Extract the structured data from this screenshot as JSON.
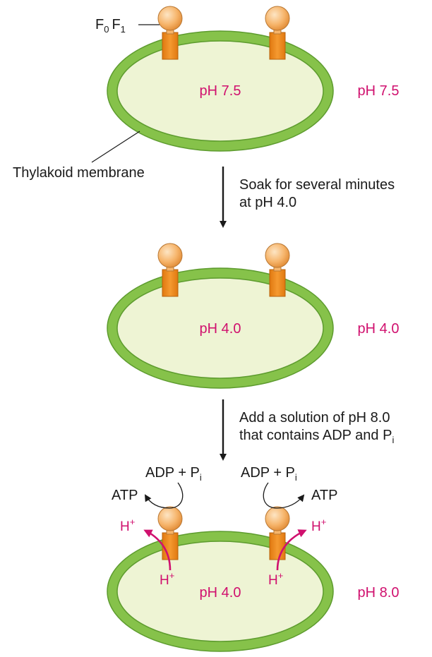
{
  "colors": {
    "membrane": "#86c24a",
    "lumen": "#eef4d4",
    "stalk": "#f08c1e",
    "head": "#f6b46a",
    "proton": "#d0106e",
    "text": "#1a1a1a"
  },
  "stage1": {
    "f0f1_label": {
      "f": "F",
      "zero": "0",
      "f2": "F",
      "one": "1"
    },
    "inside_ph": "pH 7.5",
    "outside_ph": "pH 7.5",
    "membrane_label": "Thylakoid membrane"
  },
  "step1": {
    "line1": "Soak for several minutes",
    "line2": "at pH 4.0"
  },
  "stage2": {
    "inside_ph": "pH 4.0",
    "outside_ph": "pH 4.0"
  },
  "step2": {
    "line1": "Add a solution of pH 8.0",
    "line2": "that contains ADP and P",
    "line2_sub": "i"
  },
  "stage3": {
    "adp_pi_left": {
      "text": "ADP + P",
      "sub": "i"
    },
    "adp_pi_right": {
      "text": "ADP + P",
      "sub": "i"
    },
    "atp_left": "ATP",
    "atp_right": "ATP",
    "proton": {
      "text": "H",
      "sup": "+"
    },
    "inside_ph": "pH 4.0",
    "outside_ph": "pH 8.0"
  }
}
